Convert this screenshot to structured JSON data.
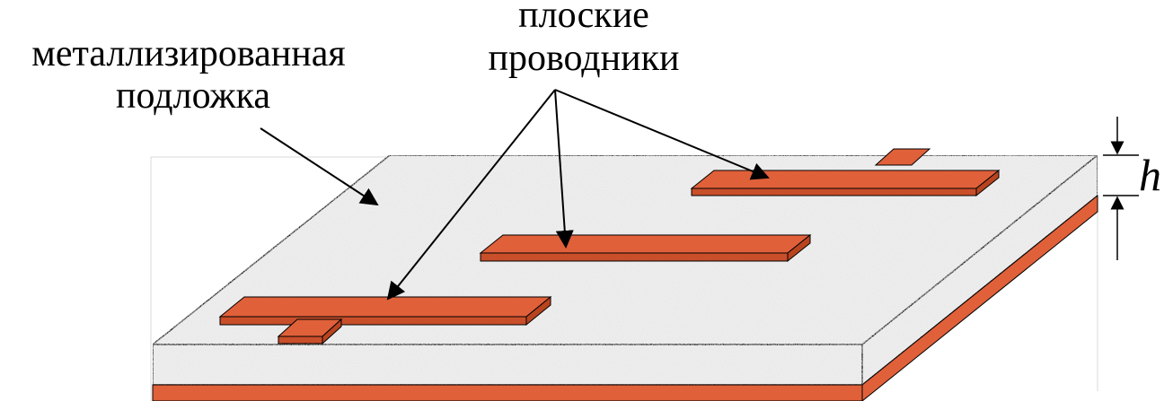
{
  "labels": {
    "substrate_line1": "металлизированная",
    "substrate_line2": "подложка",
    "conductors_line1": "плоские",
    "conductors_line2": "проводники",
    "thickness": "h"
  },
  "colors": {
    "conductor_top": "#e0603a",
    "conductor_side": "#c94e2a",
    "metal_layer": "#e0603a",
    "substrate_fill": "#eeeeee",
    "outline": "#000000"
  }
}
